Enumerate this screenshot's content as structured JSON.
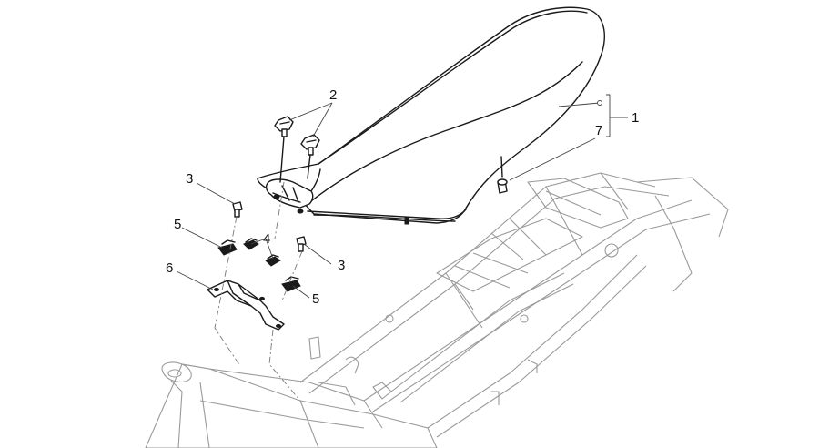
{
  "callouts": {
    "c1": "1",
    "c2": "2",
    "c3a": "3",
    "c3b": "3",
    "c4": "4",
    "c5a": "5",
    "c5b": "5",
    "c6": "6",
    "c7": "7"
  },
  "colors": {
    "line": "#1a1a1a",
    "frame": "#9a9a9a",
    "background": "#ffffff"
  }
}
